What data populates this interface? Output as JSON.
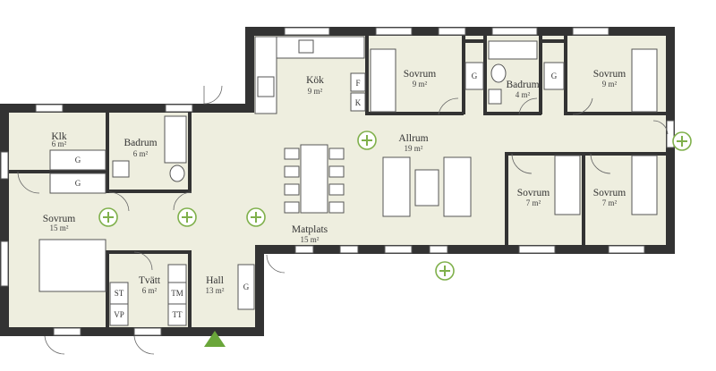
{
  "rooms": {
    "kok": {
      "name": "Kök",
      "area": "9 m²"
    },
    "sovrum_top1": {
      "name": "Sovrum",
      "area": "9 m²"
    },
    "badrum_top": {
      "name": "Badrum",
      "area": "4 m²"
    },
    "sovrum_top2": {
      "name": "Sovrum",
      "area": "9 m²"
    },
    "klk": {
      "name": "Klk",
      "area": "6 m²"
    },
    "badrum_left": {
      "name": "Badrum",
      "area": "6 m²"
    },
    "allrum": {
      "name": "Allrum",
      "area": "19 m²"
    },
    "sovrum_left": {
      "name": "Sovrum",
      "area": "15 m²"
    },
    "matplats": {
      "name": "Matplats",
      "area": "15 m²"
    },
    "sovrum_right1": {
      "name": "Sovrum",
      "area": "7 m²"
    },
    "sovrum_right2": {
      "name": "Sovrum",
      "area": "7 m²"
    },
    "tvatt": {
      "name": "Tvätt",
      "area": "6 m²"
    },
    "hall": {
      "name": "Hall",
      "area": "13 m²"
    }
  },
  "labels": {
    "kitchen_f": "F",
    "kitchen_k": "K",
    "g_top1": "G",
    "g_top2": "G",
    "g_klk1": "G",
    "g_klk2": "G",
    "g_hall": "G",
    "st": "ST",
    "vp": "VP",
    "tm": "TM",
    "tt": "TT"
  },
  "colors": {
    "wall": "#333333",
    "floor": "#eeeedf",
    "marker": "#7fb04b",
    "entrance": "#6aa63a"
  },
  "icons": {
    "marker": "plus-circle-icon",
    "entrance": "triangle-entrance-icon"
  }
}
